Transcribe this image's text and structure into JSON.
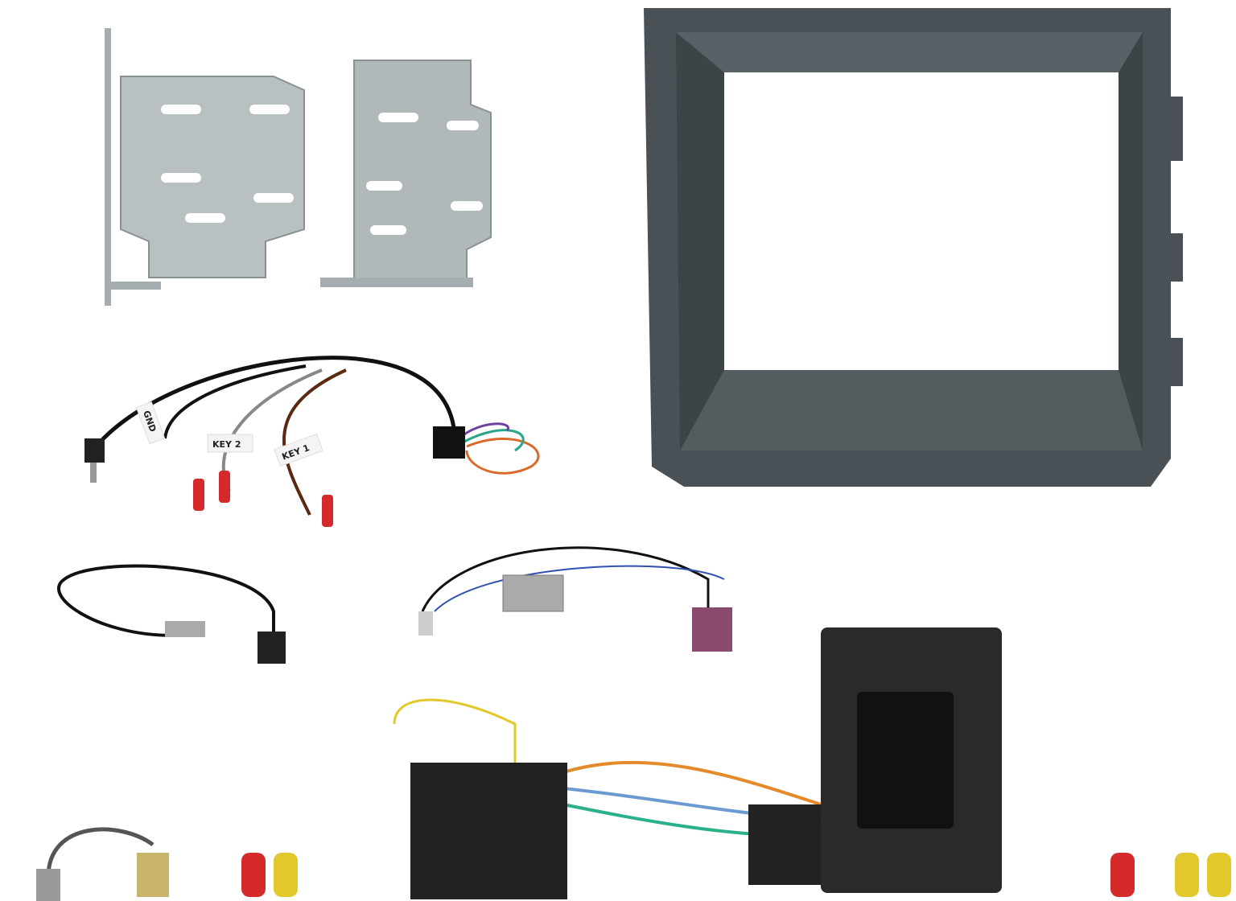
{
  "product_photo": {
    "wire_labels": {
      "gnd": "GND",
      "key2": "KEY 2",
      "key1": "KEY 1"
    },
    "colors": {
      "fascia": "#4a5156",
      "bracket": "#b9c0c2",
      "connector_purple": "#8a4a6e",
      "connector_yellow": "#c9b56a",
      "red_terminal": "#d42a2a"
    }
  }
}
